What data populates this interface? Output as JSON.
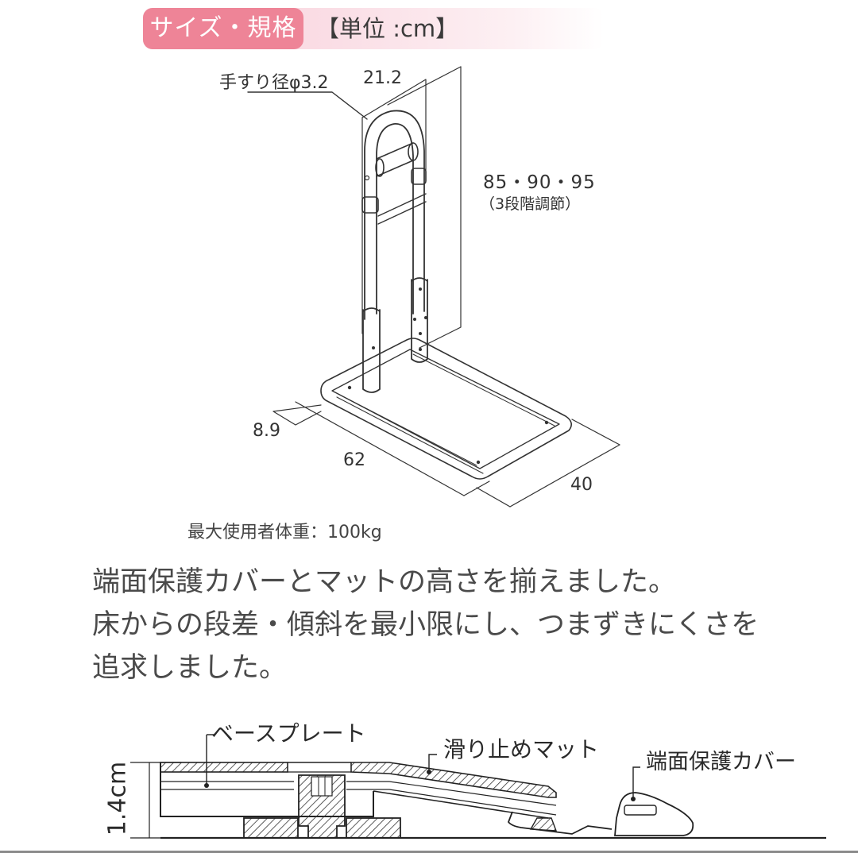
{
  "header": {
    "badge_label": "サイズ・規格",
    "unit_label": "【単位 :cm】",
    "badge_color": "#ee8497",
    "bar_color": "#f7d3dd"
  },
  "drawing": {
    "handrail_diameter_label": "手すり径φ3.2",
    "handrail_width": "21.2",
    "height_values": "85・90・95",
    "height_note": "（3段階調節）",
    "base_height": "8.9",
    "base_depth": "62",
    "base_width": "40"
  },
  "spec": {
    "max_user_weight": "最大使用者体重：100kg"
  },
  "description": {
    "lines": [
      "端面保護カバーとマットの高さを揃えました。",
      "床からの段差・傾斜を最小限にし、つまずきにくさを",
      "追求しました。"
    ]
  },
  "cross_section": {
    "base_plate_label": "ベースプレート",
    "anti_slip_mat_label": "滑り止めマット",
    "edge_cover_label": "端面保護カバー",
    "thickness_label": "1.4cm"
  }
}
